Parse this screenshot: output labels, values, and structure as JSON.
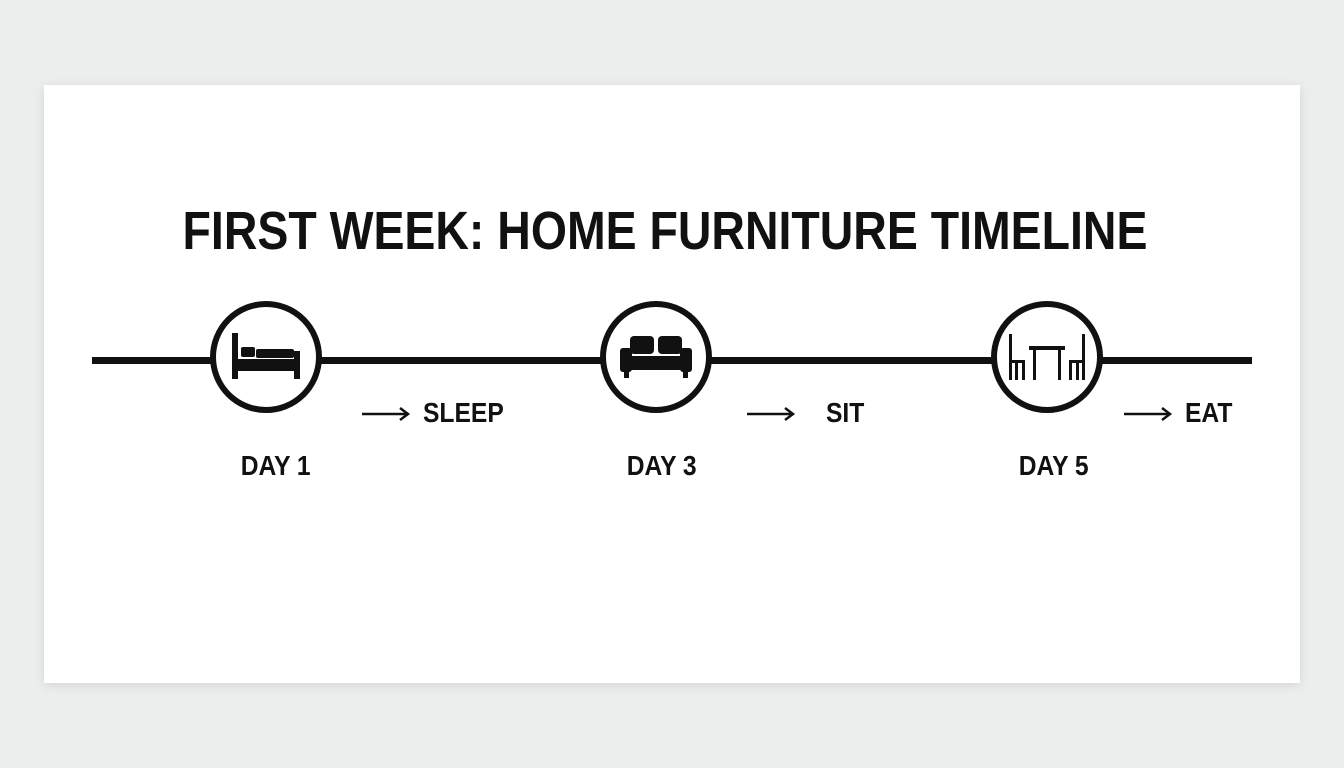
{
  "title": "FIRST WEEK: HOME FURNITURE TIMELINE",
  "colors": {
    "ink": "#111111",
    "card": "#ffffff",
    "background": "#eceeee"
  },
  "milestones": [
    {
      "day": "DAY 1",
      "action": "SLEEP",
      "icon": "bed-icon"
    },
    {
      "day": "DAY 3",
      "action": "SIT",
      "icon": "sofa-icon"
    },
    {
      "day": "DAY 5",
      "action": "EAT",
      "icon": "dining-table-icon"
    }
  ]
}
